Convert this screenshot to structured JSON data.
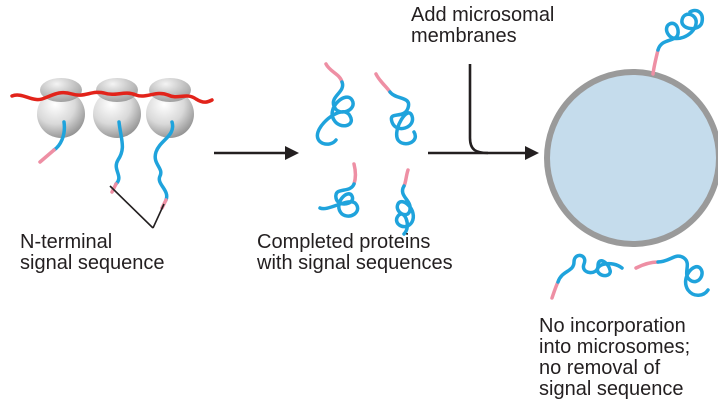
{
  "labels": {
    "signal_sequence": [
      "N-terminal",
      "signal sequence"
    ],
    "completed_proteins": [
      "Completed proteins",
      "with signal sequences"
    ],
    "add_microsomal": [
      "Add microsomal",
      "membranes"
    ],
    "no_incorporation": [
      "No incorporation",
      "into microsomes;",
      "no removal of",
      "signal sequence"
    ]
  },
  "colors": {
    "mrna": "#e2231a",
    "protein": "#1fa3dc",
    "signal_sequence": "#ee8fa4",
    "ribosome": "#d9d9d9",
    "microsome_fill": "#c5dcec",
    "microsome_rim": "#9a9a9a",
    "arrow": "#231f20",
    "text": "#231f20"
  },
  "icons": {
    "ribosome": "ribosome-icon",
    "protein": "folded-protein-icon",
    "microsome": "microsome-vesicle-icon"
  }
}
